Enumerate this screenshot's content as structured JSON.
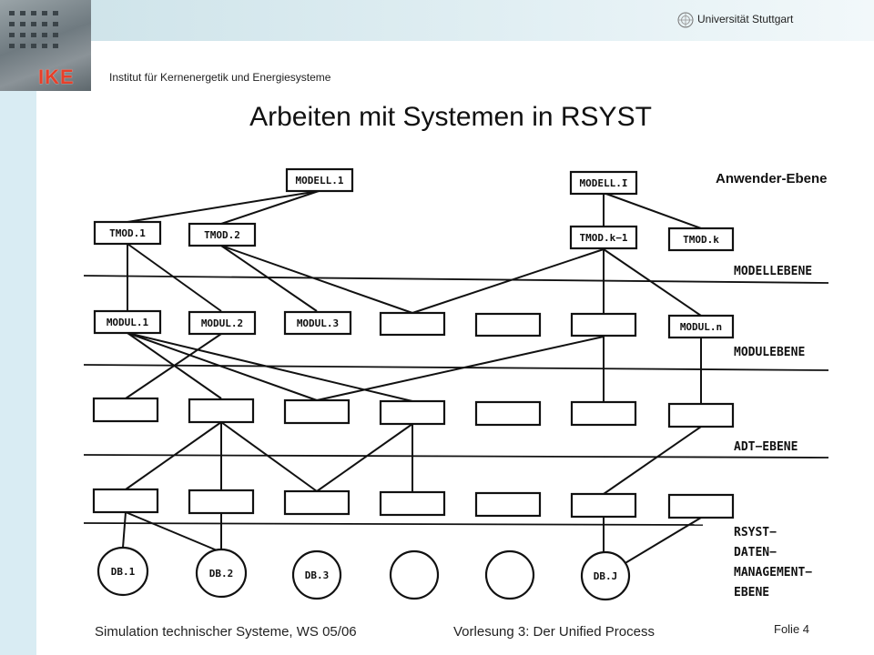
{
  "header": {
    "university": "Universität Stuttgart",
    "institute": "Institut für Kernenergetik und Energiesysteme",
    "logo_text": "IKE"
  },
  "slide": {
    "title": "Arbeiten mit Systemen in RSYST",
    "top_level_label": "Anwender-Ebene"
  },
  "diagram": {
    "models": [
      "MODELL.1",
      "MODELL.I"
    ],
    "submodels": [
      "TMOD.1",
      "TMOD.2",
      "TMOD.k−1",
      "TMOD.k"
    ],
    "modules": [
      "MODUL.1",
      "MODUL.2",
      "MODUL.3",
      "",
      "",
      "",
      "MODUL.n"
    ],
    "databases": [
      "DB.1",
      "DB.2",
      "DB.3",
      "",
      "",
      "DB.J"
    ],
    "levels": {
      "modell": "MODELLEBENE",
      "modul": "MODULEBENE",
      "adt": "ADT−EBENE",
      "rsyst": [
        "RSYST−",
        "DATEN−",
        "MANAGEMENT−",
        "EBENE"
      ]
    }
  },
  "footer": {
    "course": "Simulation technischer Systeme, WS 05/06",
    "lecture": "Vorlesung 3: Der  Unified Process",
    "slide_number": "Folie  4"
  }
}
